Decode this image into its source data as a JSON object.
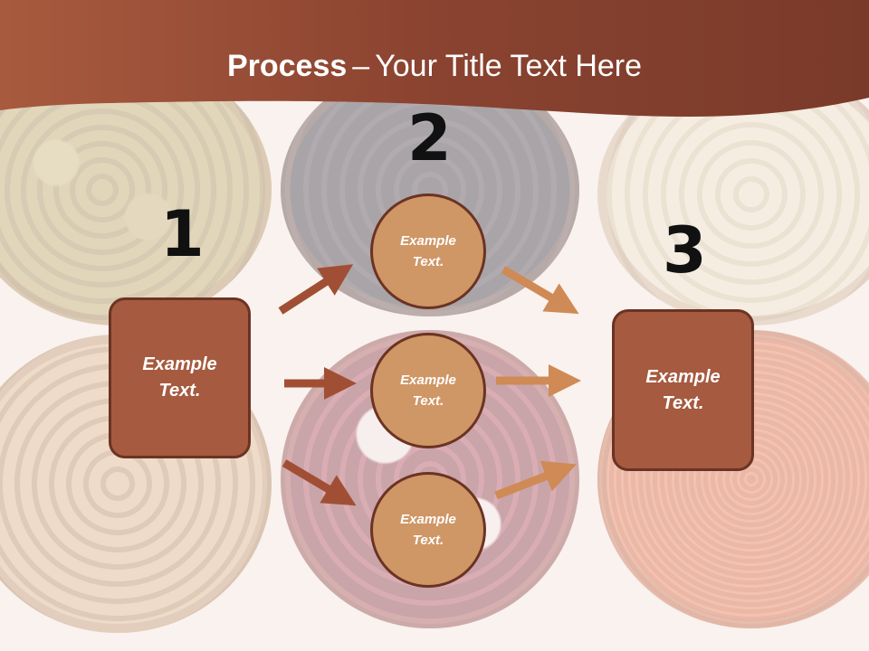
{
  "title": {
    "bold": "Process",
    "separator": "–",
    "rest": "Your Title Text Here"
  },
  "steps": {
    "one": "1",
    "two": "2",
    "three": "3"
  },
  "left_box": {
    "line1": "Example",
    "line2": "Text."
  },
  "right_box": {
    "line1": "Example",
    "line2": "Text."
  },
  "circles": [
    {
      "line1": "Example",
      "line2": "Text."
    },
    {
      "line1": "Example",
      "line2": "Text."
    },
    {
      "line1": "Example",
      "line2": "Text."
    }
  ],
  "colors": {
    "header": "#8a4330",
    "box_fill": "#a65a40",
    "circle_fill": "#cf9666",
    "arrow_dark": "#a14f34",
    "arrow_light": "#cf8a55",
    "outline": "#6b3323"
  },
  "icons": {
    "bowls": [
      "bowl-yellow-beans-icon",
      "bowl-black-beans-icon",
      "bowl-white-beans-icon",
      "bowl-chickpeas-icon",
      "bowl-speckled-beans-icon",
      "bowl-red-lentils-icon"
    ]
  }
}
